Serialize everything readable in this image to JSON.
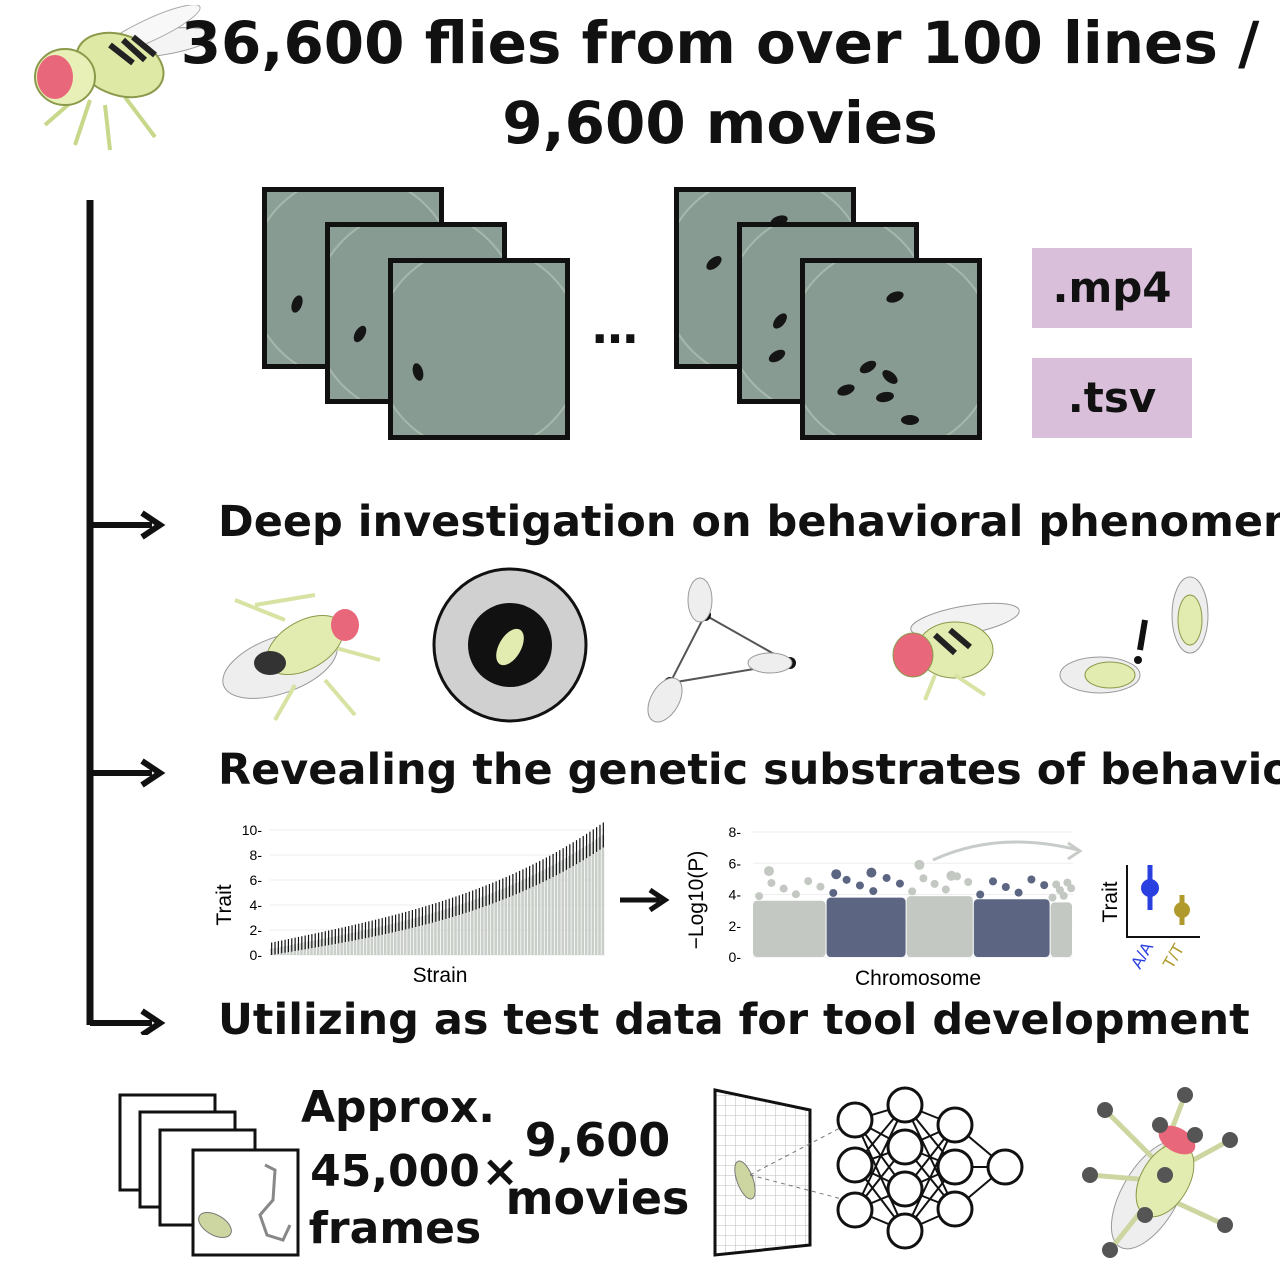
{
  "title": {
    "line1": "36,600 flies from over 100 lines /",
    "line2": "9,600 movies"
  },
  "file_formats": [
    ".mp4",
    ".tsv"
  ],
  "ellipsis": "…",
  "sections": [
    {
      "heading": "Deep investigation on behavioral phenomena"
    },
    {
      "heading": "Revealing the genetic substrates of behavior"
    },
    {
      "heading": "Utilizing as test data for tool development"
    }
  ],
  "chart_data": [
    {
      "type": "bar",
      "xlabel": "Strain",
      "ylabel": "Trait",
      "ylim": [
        0,
        10
      ],
      "yticks": [
        "0",
        "2",
        "4",
        "6",
        "8",
        "10"
      ],
      "n_strains": 100,
      "value_range": [
        0.5,
        9.6
      ],
      "error_bars": true,
      "colors": {
        "bar": "#c9cec9",
        "error": "#111111"
      }
    },
    {
      "type": "scatter",
      "xlabel": "Chromosome",
      "ylabel": "−Log10(P)",
      "ylim": [
        0,
        8
      ],
      "yticks": [
        "0",
        "2",
        "4",
        "6",
        "8"
      ],
      "colors": {
        "light": "#c3c9c2",
        "dark": "#5c6682"
      }
    },
    {
      "type": "scatter",
      "ylabel": "Trait",
      "categories": [
        "A/A",
        "T/T"
      ],
      "colors": {
        "A/A": "#2a3fe0",
        "T/T": "#b09a2e"
      }
    }
  ],
  "bottom": {
    "approx": "Approx.",
    "frames_count": "45,000",
    "frames_label": "frames",
    "times": "×",
    "movies_count": "9,600",
    "movies_label": "movies"
  }
}
